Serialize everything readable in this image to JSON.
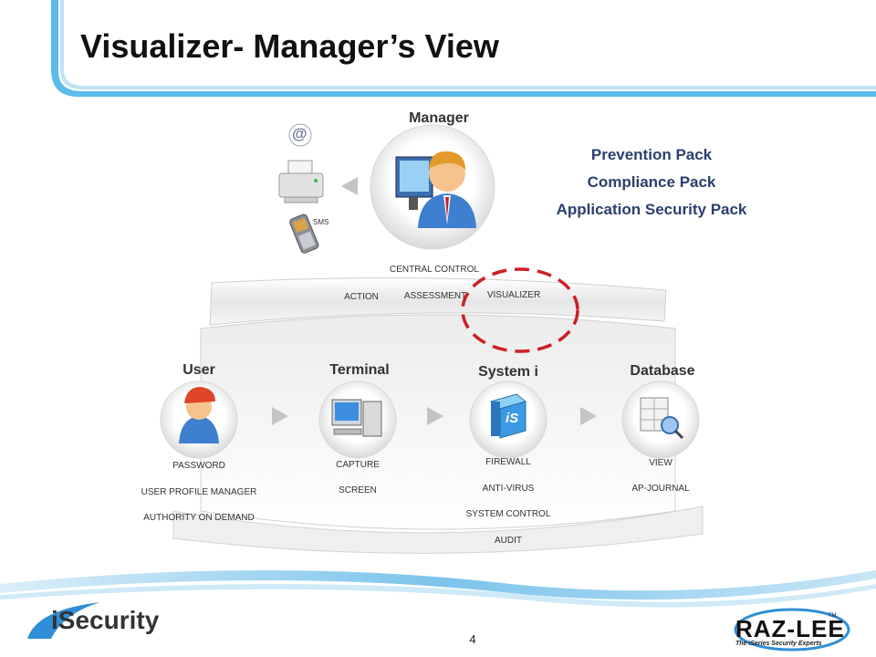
{
  "slide": {
    "title": "Visualizer- Manager’s View",
    "page_number": "4"
  },
  "manager": {
    "title": "Manager",
    "outputs": {
      "email_icon_text": "@",
      "sms_label": "SMS"
    },
    "packs": [
      "Prevention Pack",
      "Compliance Pack",
      "Application Security Pack"
    ]
  },
  "control_band": {
    "central_control": "CENTRAL CONTROL",
    "items": [
      "ACTION",
      "ASSESSMENT",
      "VISUALIZER"
    ],
    "highlighted": "VISUALIZER",
    "highlight_color": "#cc1f26"
  },
  "nodes": [
    {
      "title": "User",
      "labels": [
        "PASSWORD",
        "USER PROFILE MANAGER",
        "AUTHORITY ON DEMAND"
      ]
    },
    {
      "title": "Terminal",
      "labels": [
        "CAPTURE",
        "SCREEN"
      ]
    },
    {
      "title": "System i",
      "labels": [
        "FIREWALL",
        "ANTI-VIRUS",
        "SYSTEM CONTROL"
      ],
      "badge": "iS"
    },
    {
      "title": "Database",
      "labels": [
        "VIEW",
        "AP-JOURNAL"
      ]
    }
  ],
  "bottom_band": {
    "label": "AUDIT"
  },
  "logos": {
    "isecurity": "iSecurity",
    "razlee": "RAZ-LEE",
    "razlee_tm": "TM",
    "razlee_tagline": "The iSeries Security Experts"
  },
  "colors": {
    "accent_blue": "#4fb3e8",
    "pack_text": "#2a3f6e"
  }
}
